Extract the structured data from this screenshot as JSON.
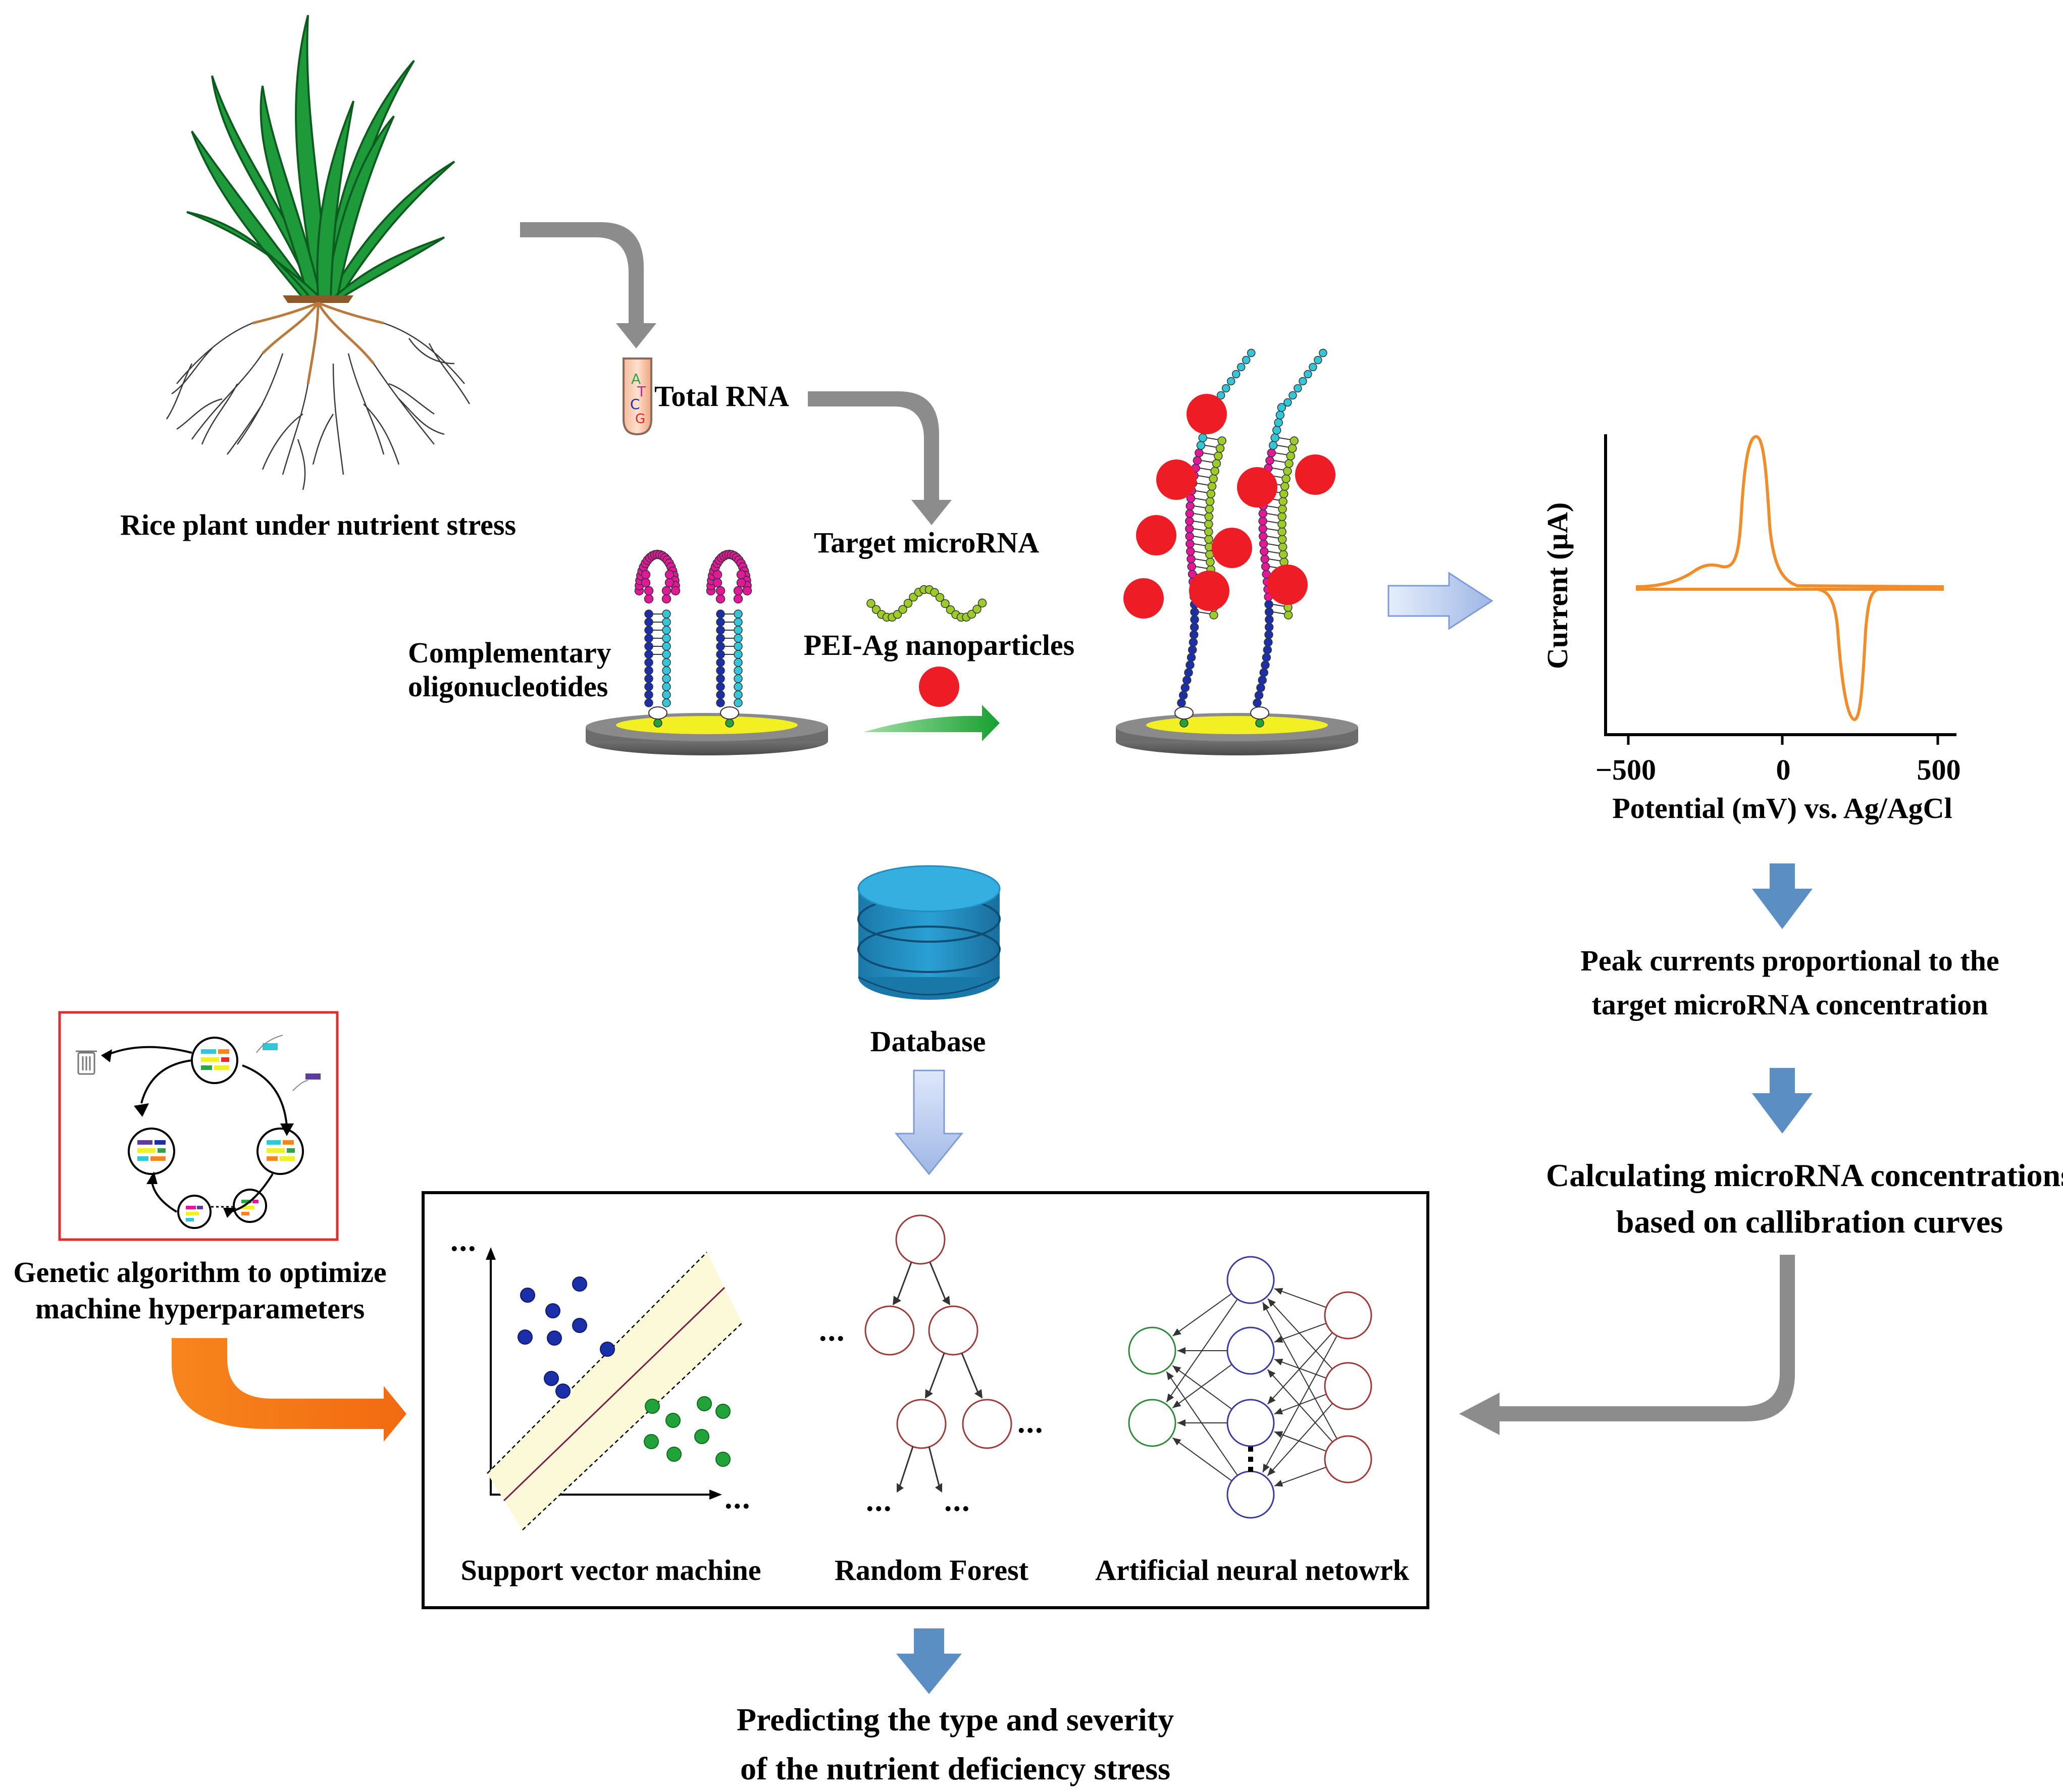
{
  "plant": {
    "label": "Rice plant under nutrient stress"
  },
  "rna": {
    "label": "Total RNA"
  },
  "probe": {
    "label_line1": "Complementary",
    "label_line2": "oligonucleotides"
  },
  "target": {
    "label": "Target microRNA"
  },
  "nanoparticles": {
    "label": "PEI-Ag nanoparticles"
  },
  "voltammogram": {
    "ylabel": "Current  (µA)",
    "xlabel": "Potential (mV) vs. Ag/AgCl",
    "ticks": [
      "−500",
      "0",
      "500"
    ],
    "line_color": "#f28c28"
  },
  "steps": {
    "peak_line1": "Peak currents proportional to the",
    "peak_line2": "target microRNA concentration",
    "calc_line1": "Calculating microRNA concentrations",
    "calc_line2": "based on callibration curves"
  },
  "database": {
    "label": "Database"
  },
  "genetic": {
    "line1": "Genetic algorithm to optimize",
    "line2": "machine hyperparameters"
  },
  "models": {
    "svm": "Support vector machine",
    "rf": "Random Forest",
    "ann": "Artificial neural netowrk",
    "ellipsis": "..."
  },
  "output": {
    "line1": "Predicting the type and severity",
    "line2": "of the nutrient deficiency stress"
  },
  "colors": {
    "gray_arrow": "#8c8c8c",
    "blue_arrow": "#5b8fc4",
    "orange_arrow": "#f7851d",
    "green_arrow": "#22a33a",
    "nanoparticle": "#ee1c25",
    "loop": "#e2189a",
    "stem": "#1a2fa8",
    "complement": "#33c5d8",
    "target": "#9ccc2a",
    "electrode_top": "#f2ef23",
    "red_frame": "#e52b2b"
  }
}
